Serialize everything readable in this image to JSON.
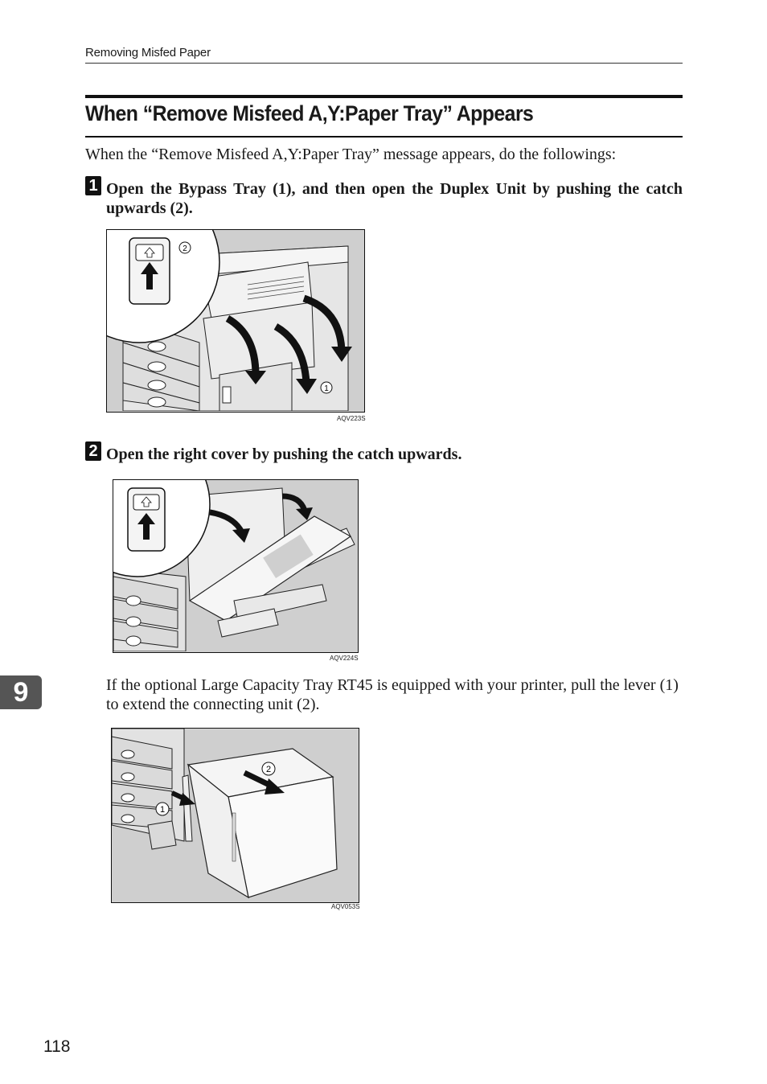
{
  "header": {
    "running_title": "Removing Misfed Paper"
  },
  "section": {
    "title": "When “Remove Misfeed A,Y:Paper Tray” Appears"
  },
  "intro": "When the “Remove Misfeed A,Y:Paper Tray” message appears, do the followings:",
  "steps": [
    {
      "number": "1",
      "text": "Open the Bypass Tray (1), and then open the Duplex Unit by pushing the catch upwards (2).",
      "figure_code": "AQV223S",
      "callouts": [
        "2",
        "1"
      ]
    },
    {
      "number": "2",
      "text": "Open the right cover by pushing the catch upwards.",
      "figure_code": "AQV224S",
      "note": "If the optional Large Capacity Tray RT45 is equipped with your printer, pull the lever (1) to extend the connecting unit (2).",
      "note_figure_code": "AQV053S",
      "note_callouts": [
        "1",
        "2"
      ]
    }
  ],
  "chapter_tab": "9",
  "page_number": "118"
}
